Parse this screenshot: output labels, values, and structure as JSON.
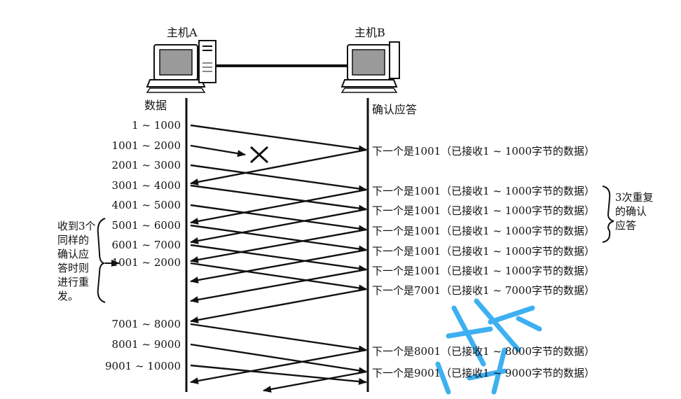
{
  "host_a": {
    "title": "主机A"
  },
  "host_b": {
    "title": "主机B"
  },
  "columns": {
    "left": "数据",
    "right": "确认应答"
  },
  "data_segments": [
    "1 ~ 1000",
    "1001 ~ 2000",
    "2001 ~ 3000",
    "3001 ~ 4000",
    "4001 ~ 5000",
    "5001 ~ 6000",
    "6001 ~ 7000",
    "1001 ~ 2000",
    "7001 ~ 8000",
    "8001 ~ 9000",
    "9001 ~ 10000"
  ],
  "acks": [
    "下一个是1001（已接收1 ~ 1000字节的数据）",
    "下一个是1001（已接收1 ~ 1000字节的数据）",
    "下一个是1001（已接收1 ~ 1000字节的数据）",
    "下一个是1001（已接收1 ~ 1000字节的数据）",
    "下一个是1001（已接收1 ~ 1000字节的数据）",
    "下一个是1001（已接收1 ~ 1000字节的数据）",
    "下一个是7001（已接收1 ~ 7000字节的数据）",
    "下一个是8001（已接收1 ~ 8000字节的数据）",
    "下一个是9001（已接收1 ~ 9000字节的数据）"
  ],
  "duplicate_note": [
    "3次重复",
    "的确认",
    "应答"
  ],
  "retransmit_note": [
    "收到3个",
    "同样的",
    "确认应",
    "答时则",
    "进行重",
    "发。"
  ],
  "colors": {
    "ink": "#111111",
    "watermark": "#29a8f0"
  }
}
